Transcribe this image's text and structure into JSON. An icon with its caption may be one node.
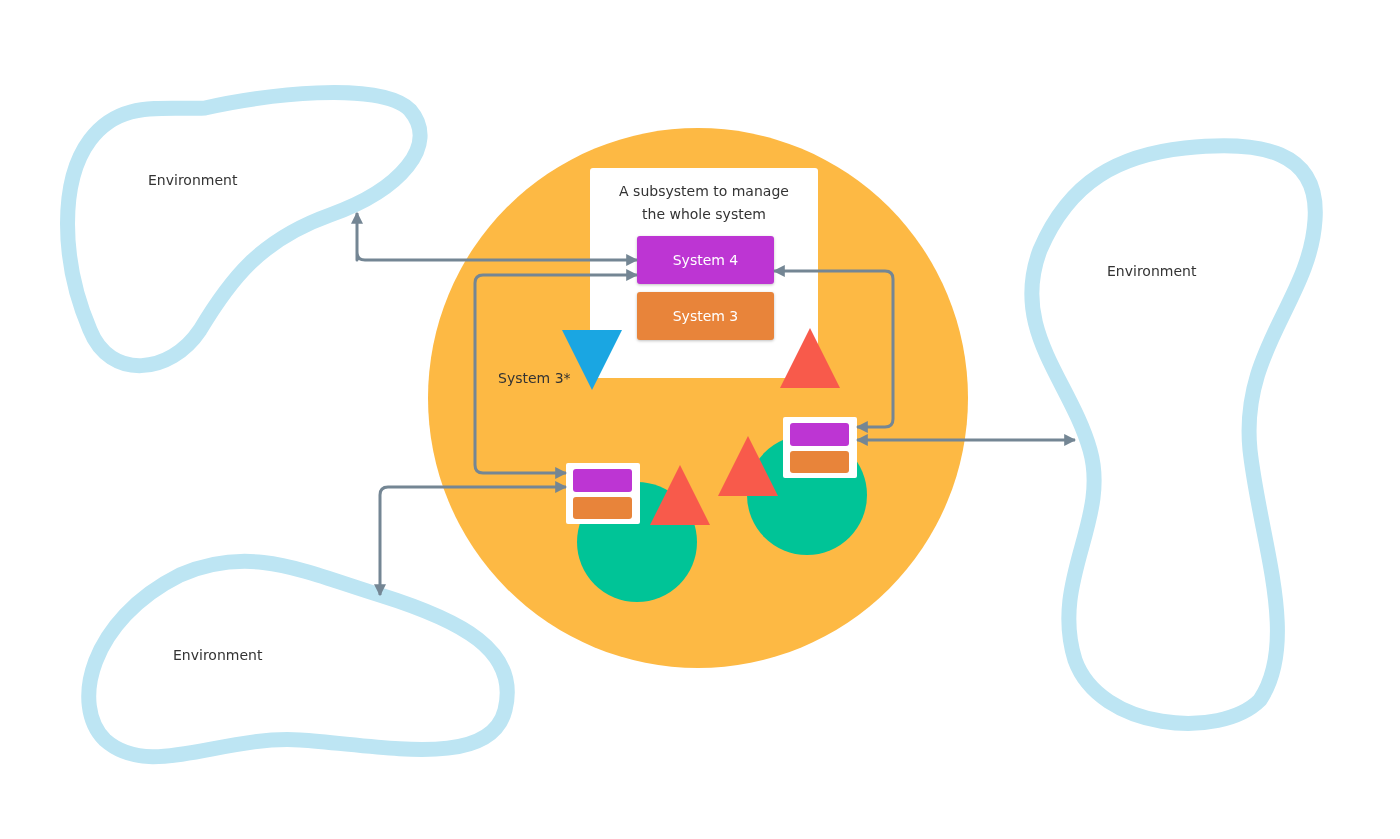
{
  "diagram": {
    "nodes": [
      {
        "text": [
          "Environment"
        ]
      },
      {
        "text": [
          "Environment"
        ]
      },
      {
        "text": [
          "Environment"
        ]
      },
      {
        "text": [],
        "shape": "circle"
      },
      {
        "text": [
          "A subsystem to manage the whole system"
        ],
        "in": 3
      },
      {
        "text": [
          "System 4"
        ],
        "in": 4
      },
      {
        "text": [
          "System 3"
        ],
        "in": 4
      },
      {
        "text": [],
        "shape": "triangle",
        "in": 3,
        "beside": [
          "System 3*"
        ]
      },
      {
        "text": [],
        "shape": "box",
        "in": 3
      },
      {
        "text": [],
        "shape": "box",
        "in": 3
      },
      {
        "text": [],
        "shape": "circle",
        "in": 3
      },
      {
        "text": [],
        "shape": "circle",
        "in": 3
      }
    ],
    "edges": [
      {
        "from": 0,
        "to": 5,
        "arrow": "both"
      },
      {
        "from": 5,
        "to": 8,
        "arrow": "both"
      },
      {
        "from": 9,
        "to": 5,
        "arrow": "both"
      },
      {
        "from": 9,
        "to": 1,
        "arrow": "both"
      },
      {
        "from": 8,
        "to": 2,
        "arrow": "both"
      }
    ]
  }
}
